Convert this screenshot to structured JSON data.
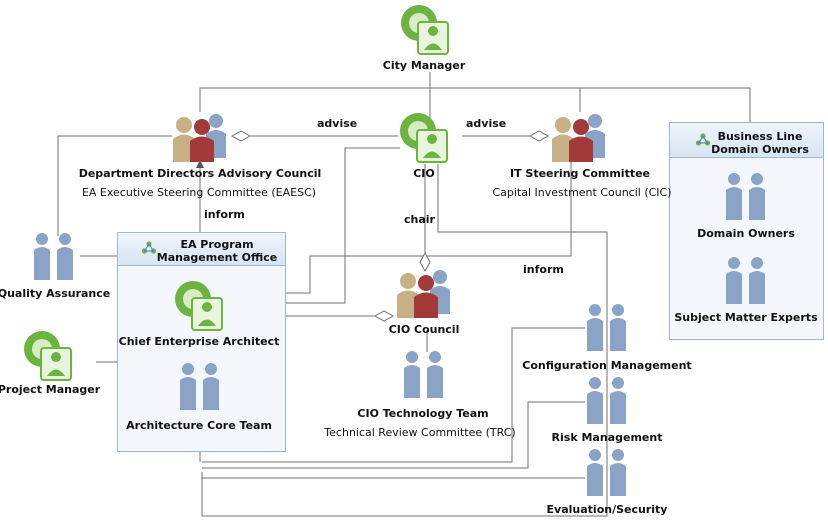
{
  "nodes": {
    "city_manager": {
      "label": "City Manager"
    },
    "dept_council": {
      "label": "Department Directors Advisory Council",
      "sublabel": "EA Executive Steering Committee (EAESC)"
    },
    "cio": {
      "label": "CIO"
    },
    "it_steering": {
      "label": "IT Steering Committee",
      "sublabel": "Capital Investment Council (CIC)"
    },
    "quality_assurance": {
      "label": "Quality Assurance"
    },
    "project_manager": {
      "label": "Project Manager"
    },
    "chief_architect": {
      "label": "Chief Enterprise Architect"
    },
    "core_team": {
      "label": "Architecture Core Team"
    },
    "cio_council": {
      "label": "CIO Council"
    },
    "cio_tech_team": {
      "label": "CIO Technology Team",
      "sublabel": "Technical Review Committee (TRC)"
    },
    "config_mgmt": {
      "label": "Configuration Management"
    },
    "risk_mgmt": {
      "label": "Risk Management"
    },
    "eval_security": {
      "label": "Evaluation/Security"
    },
    "domain_owners": {
      "label": "Domain Owners"
    },
    "sme": {
      "label": "Subject Matter Experts"
    }
  },
  "groups": {
    "ea_pmo": {
      "title_line1": "EA Program",
      "title_line2": "Management Office"
    },
    "business_line": {
      "title_line1": "Business Line",
      "title_line2": "Domain Owners"
    }
  },
  "edges": {
    "advise_left": "advise",
    "advise_right": "advise",
    "inform_left": "inform",
    "inform_right": "inform",
    "chair": "chair"
  },
  "colors": {
    "line": "#707070",
    "panel_border": "#9fb7d3",
    "person_green": "#6db33f",
    "person_red": "#a33a3a",
    "person_tan": "#c7b085",
    "person_blue": "#8aa3c7"
  },
  "icons": {
    "single_role": "person-green-icon",
    "council": "group-three-people-icon",
    "team": "two-people-icon",
    "group_header": "org-group-icon"
  }
}
